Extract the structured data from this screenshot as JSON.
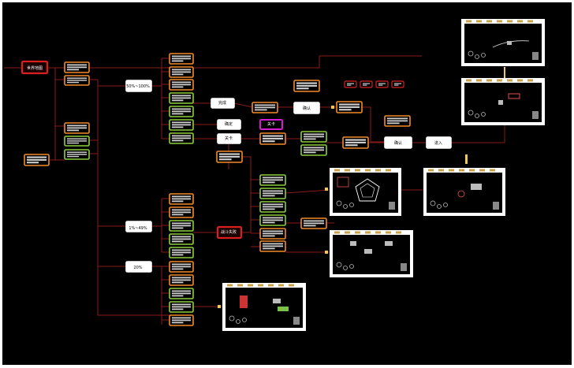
{
  "labels": {
    "world_map": "世界地图",
    "pct_a": "50%~100%",
    "pct_b": "1%~49%",
    "pct_c": "20%",
    "confirm_mid": "确认",
    "confirm_right": "确认",
    "enter": "进入",
    "tab_a": "完成",
    "tab_b": "确定",
    "tab_c": "关卡",
    "magenta": "关卡",
    "defeat": "战斗失败"
  },
  "colors": {
    "background": "#000000",
    "line": "#8b1a1a",
    "orange": "#f28c28",
    "green": "#8ccf3a",
    "red": "#d92020",
    "magenta": "#d21ed2",
    "white": "#ffffff",
    "yellow": "#f5c518"
  }
}
